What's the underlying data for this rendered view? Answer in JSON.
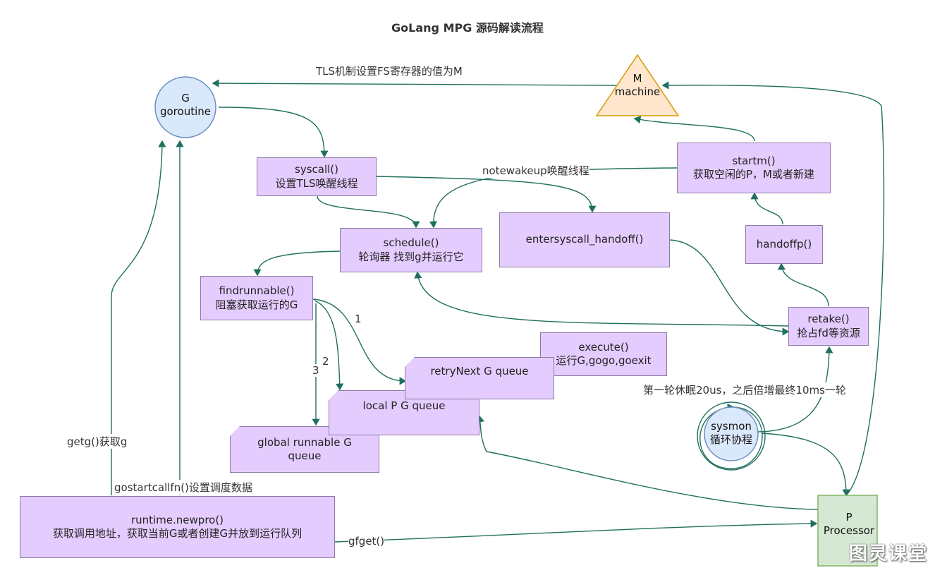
{
  "title": "GoLang  MPG 源码解读流程",
  "nodes": {
    "g": {
      "line1": "G",
      "line2": "goroutine"
    },
    "m": {
      "line1": "M",
      "line2": "machine"
    },
    "p": {
      "line1": "P",
      "line2": "Processor"
    },
    "syscall": {
      "line1": "syscall()",
      "line2": "设置TLS唤醒线程"
    },
    "startm": {
      "line1": "startm()",
      "line2": "获取空闲的P，M或者新建"
    },
    "schedule": {
      "line1": "schedule()",
      "line2": "轮询器 找到g并运行它"
    },
    "entersyscall": {
      "line1": "entersyscall_handoff()"
    },
    "handoffp": {
      "line1": "handoffp()"
    },
    "findrunnable": {
      "line1": "findrunnable()",
      "line2": "阻塞获取运行的G"
    },
    "retake": {
      "line1": "retake()",
      "line2": "抢占fd等资源"
    },
    "execute": {
      "line1": "execute()",
      "line2": "运行G,gogo,goexit"
    },
    "retry_queue": {
      "line1": "retryNext G queue"
    },
    "local_queue": {
      "line1": "local P G queue"
    },
    "global_queue": {
      "line1": "global runnable G",
      "line2": "queue"
    },
    "sysmon": {
      "line1": "sysmon",
      "line2": "循环协程"
    },
    "newproc": {
      "line1": "runtime.newpro()",
      "line2": "获取调用地址，获取当前G或者创建G并放到运行队列"
    }
  },
  "labels": {
    "tls": "TLS机制设置FS寄存器的值为M",
    "notewakeup": "notewakeup唤醒线程",
    "sleep": "第一轮休眠20us，之后倍增最终10ms一轮",
    "getg": "getg()获取g",
    "gostart": "gostartcallfn()设置调度数据",
    "gfget": "gfget()",
    "n1": "1",
    "n2": "2",
    "n3": "3"
  },
  "watermark": "图灵课堂",
  "colors": {
    "box_fill": "#e5ccff",
    "circle_fill": "#dae8fc",
    "triangle_fill": "#ffe6cc",
    "p_fill": "#d5e8d4",
    "edge": "#1f6f5f"
  }
}
